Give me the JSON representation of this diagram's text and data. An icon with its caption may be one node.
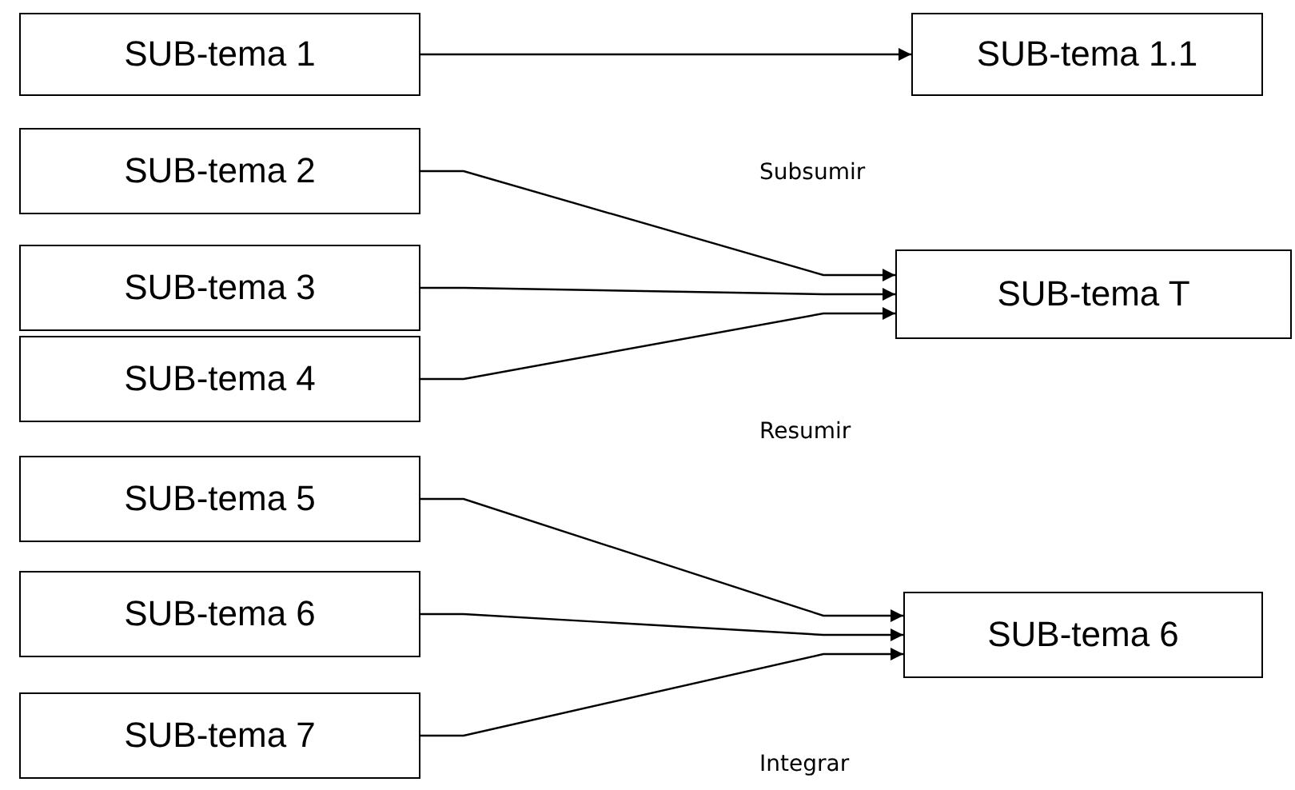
{
  "diagram": {
    "nodes": [
      {
        "text": [
          "SUB-tema 1"
        ]
      },
      {
        "text": [
          "SUB-tema 2"
        ]
      },
      {
        "text": [
          "SUB-tema 3"
        ]
      },
      {
        "text": [
          "SUB-tema 4"
        ]
      },
      {
        "text": [
          "SUB-tema 5"
        ]
      },
      {
        "text": [
          "SUB-tema 6"
        ]
      },
      {
        "text": [
          "SUB-tema 7"
        ]
      },
      {
        "text": [
          "SUB-tema 1.1"
        ]
      },
      {
        "text": [
          "SUB-tema T"
        ]
      },
      {
        "text": [
          "SUB-tema 6"
        ]
      }
    ],
    "edges": [
      {
        "from": 0,
        "to": 7,
        "arrow": "to"
      },
      {
        "from": 1,
        "to": 8,
        "arrow": "to"
      },
      {
        "from": 2,
        "to": 8,
        "arrow": "to"
      },
      {
        "from": 3,
        "to": 8,
        "arrow": "to"
      },
      {
        "from": 4,
        "to": 9,
        "arrow": "to"
      },
      {
        "from": 5,
        "to": 9,
        "arrow": "to"
      },
      {
        "from": 6,
        "to": 9,
        "arrow": "to"
      }
    ],
    "labels": [
      "Subsumir",
      "Resumir",
      "Integrar"
    ]
  }
}
